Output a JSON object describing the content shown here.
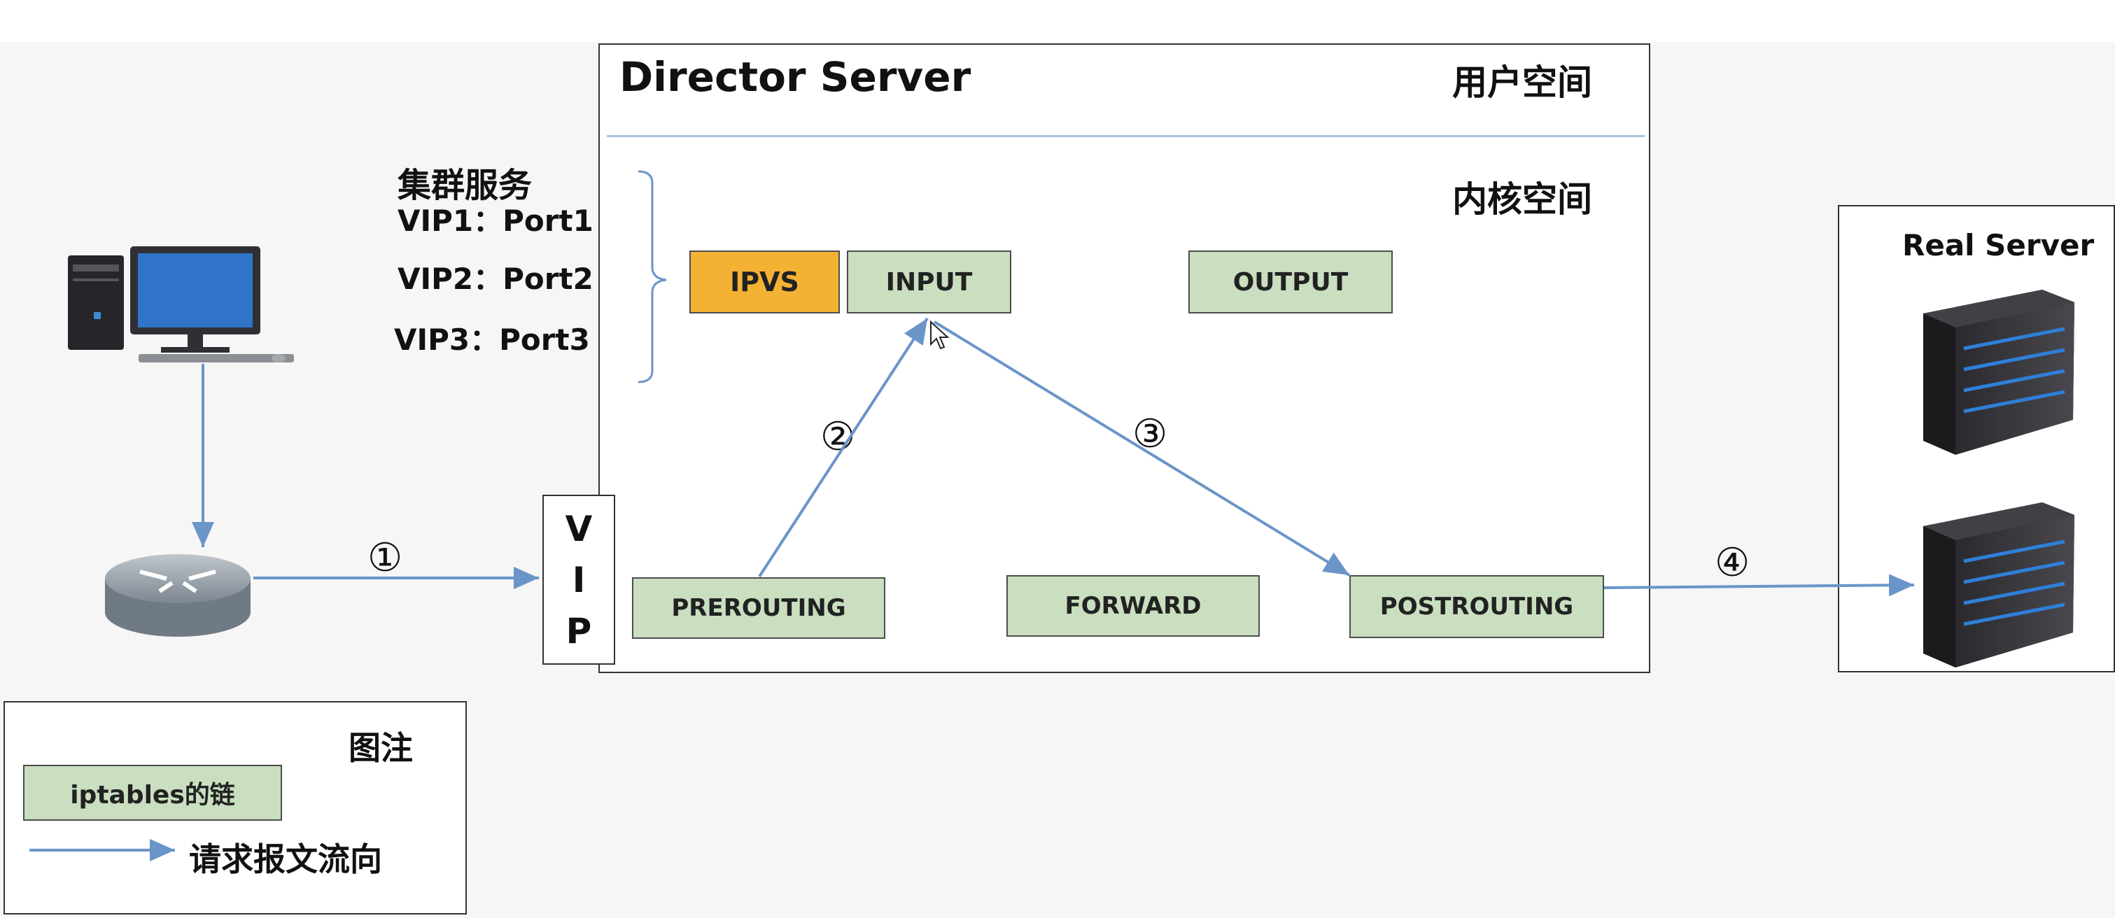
{
  "director": {
    "title": "Director Server",
    "user_space": "用户空间",
    "kernel_space": "内核空间"
  },
  "cluster": {
    "heading": "集群服务",
    "services": [
      "VIP1：Port1",
      "VIP2：Port2",
      "VIP3：Port3"
    ]
  },
  "chains": {
    "ipvs": "IPVS",
    "input": "INPUT",
    "output": "OUTPUT",
    "prerouting": "PREROUTING",
    "forward": "FORWARD",
    "postrouting": "POSTROUTING"
  },
  "vip": [
    "V",
    "I",
    "P"
  ],
  "steps": [
    "①",
    "②",
    "③",
    "④"
  ],
  "real_server": {
    "title": "Real Server"
  },
  "legend": {
    "title": "图注",
    "chain_label": "iptables的链",
    "arrow_label": "请求报文流向"
  },
  "colors": {
    "arrow": "#6a95c8",
    "chain_fill": "#c9dfc0",
    "ipvs_fill": "#f4b235",
    "divider": "#a9c4e2",
    "monitor_screen": "#2f74c9"
  }
}
